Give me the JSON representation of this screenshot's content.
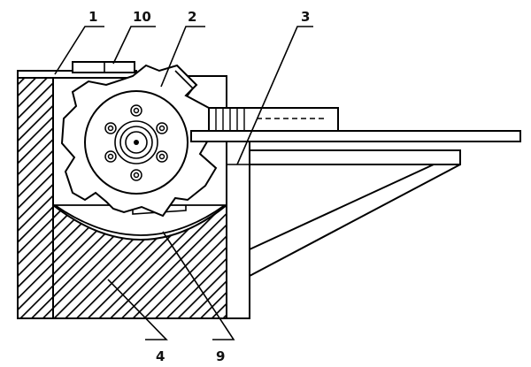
{
  "figure": {
    "labels": {
      "base_frame": "1",
      "impeller": "2",
      "support_bracket": "3",
      "hatched_housing": "4",
      "lower_chamber": "9",
      "top_plate": "10"
    }
  }
}
